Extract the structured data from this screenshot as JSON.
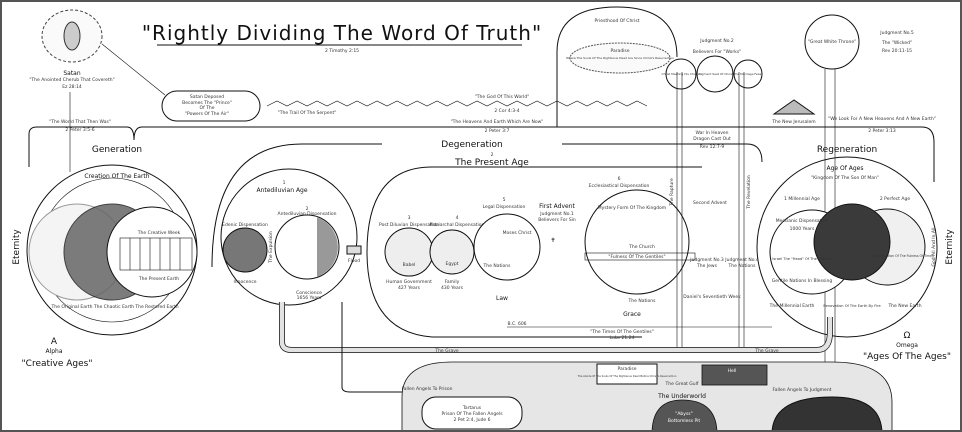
{
  "title": "\"Rightly Dividing The Word Of Truth\"",
  "title_ref": "2 Timothy 2:15",
  "satan": {
    "name": "Satan",
    "desc": "\"The Anointed Cherub That Covereth\"",
    "ref": "Ez 28:14"
  },
  "satan_deposed": {
    "line1": "Satan Deposed",
    "line2": "Becomes The \"Prince\"",
    "line3": "Of The",
    "line4": "\"Powers Of The Air\""
  },
  "trail_of_serpent": "\"The Trail Of The Serpent\"",
  "god_of_world": {
    "label": "\"The God Of This World\"",
    "ref": "2 Cor 4:3-4"
  },
  "world_then_was": {
    "label": "\"The World That Then Was\"",
    "ref": "2 Peter 3:5-6"
  },
  "heavens_now": {
    "label": "\"The Heavens And Earth Which Are Now\"",
    "ref": "2 Peter 3:7"
  },
  "new_heavens": {
    "label": "\"We Look For A New Heavens And A New Earth\"",
    "ref": "2 Peter 3:13"
  },
  "generation": {
    "title": "Generation",
    "creation": "Creation Of The Earth",
    "creative_week": "The Creative Week",
    "present_earth": "The Present Earth",
    "earths": [
      "The Original Earth",
      "The Chaotic Earth",
      "The Restored Earth"
    ]
  },
  "degeneration": "Degeneration",
  "antediluvian": {
    "num": "1",
    "title": "Antediluvian Age",
    "edenic": "Edenic Dispensation",
    "innocence": "Innocence",
    "disp_num": "2",
    "disp": "Antediluvian Dispensation",
    "conscience": "Conscience",
    "conscience_years": "1656 Years",
    "expulsion": "The Expulsion",
    "flood": "Flood"
  },
  "present_age": {
    "num": "2",
    "title": "The Present Age"
  },
  "dispensations": [
    {
      "num": "3",
      "title": "Post Diluvian Dispensation",
      "place": "Babel",
      "name": "Human Government",
      "years": "427 Years"
    },
    {
      "num": "4",
      "title": "Patriarchal Dispensation",
      "place": "Egypt",
      "name": "Family",
      "years": "430 Years"
    },
    {
      "num": "5",
      "title": "Legal Dispensation",
      "place": "Moses Christ",
      "name": "Law",
      "extra": "The Nations"
    },
    {
      "num": "6",
      "title": "Ecclesiastical Dispensation",
      "place": "Mystery Form Of The Kingdom",
      "name": "Grace",
      "extra": "The Nations"
    }
  ],
  "first_advent": {
    "title": "First Advent",
    "judgment": "Judgment No.1",
    "sub": "Believers For Sin"
  },
  "church": "The Church",
  "fulness_gentiles": "\"Fulness Of The Gentiles\"",
  "times_gentiles": {
    "label": "\"The Times Of The Gentiles\"",
    "ref": "Luke 21:24"
  },
  "bc606": "B.C. 606",
  "rapture": "The Rapture",
  "revelation": "The Revelation",
  "second_advent": "Second Advent",
  "judgment3": {
    "title": "Judgment No.3",
    "sub": "The Jews"
  },
  "judgment4": {
    "title": "Judgment No.4",
    "sub": "The Nations"
  },
  "daniels_week": "Daniel's Seventieth Week",
  "war_in_heaven": {
    "title": "War In Heaven",
    "sub": "Dragon Cast Out",
    "ref": "Rev 12:7-9"
  },
  "judgment2": {
    "title": "Judgment No.2",
    "sub": "Believers For \"Works\""
  },
  "heaven_circles": [
    "Christ Meeting His Church",
    "Judgment Seat Of Christ",
    "The Marriage Feast"
  ],
  "priesthood": {
    "title": "Priesthood Of Christ",
    "paradise": "Paradise",
    "paradise_desc": "Where The Souls Of The Righteous Dead Are Since Christ's Resurrection"
  },
  "great_white_throne": "\"Great White Throne\"",
  "judgment5": {
    "title": "Judgment No.5",
    "sub": "The \"Wicked\"",
    "ref": "Rev 20:11-15"
  },
  "regeneration": {
    "title": "Regeneration",
    "age_of_ages": "Age Of Ages",
    "kingdom": "\"Kingdom Of The Son Of Man\"",
    "millennial": "1 Millennial Age",
    "perfect": "2 Perfect Age",
    "messianic": "Messianic Dispensation",
    "years": "1000 Years",
    "israel": "Israel The \"Head\" Of The Nations",
    "gentile": "Gentile Nations In Blessing",
    "dispensation_fulness": "9 Dispensation Of The Fulness Of Times",
    "earths": [
      "The Millennial Earth",
      "Renovation Of The Earth By Fire",
      "The New Earth"
    ]
  },
  "new_jerusalem": "The New Jerusalem",
  "god_all_in_all": "God All And In All",
  "eternity": "Eternity",
  "alpha": {
    "symbol": "Α",
    "label": "Alpha",
    "caption": "\"Creative Ages\""
  },
  "omega": {
    "symbol": "Ω",
    "label": "Omega",
    "caption": "\"Ages Of The Ages\""
  },
  "grave": "The Grave",
  "fallen_angels_prison": "Fallen Angels To Prison",
  "fallen_angels_judgment": "Fallen Angels To Judgment",
  "underworld": {
    "title": "The Underworld",
    "abyss": "\"Abyss\"",
    "pit": "Bottomless Pit",
    "paradise": "Paradise",
    "paradise_desc": "The Abode Of The Souls Of The Righteous Dead Before Christ's Resurrection",
    "gulf": "The Great Gulf",
    "hell": "Hell",
    "tartarus": "Tartarus",
    "tartarus_desc": "Prison Of The Fallen Angels",
    "tartarus_ref": "2 Pet 2:4, Jude 6"
  }
}
